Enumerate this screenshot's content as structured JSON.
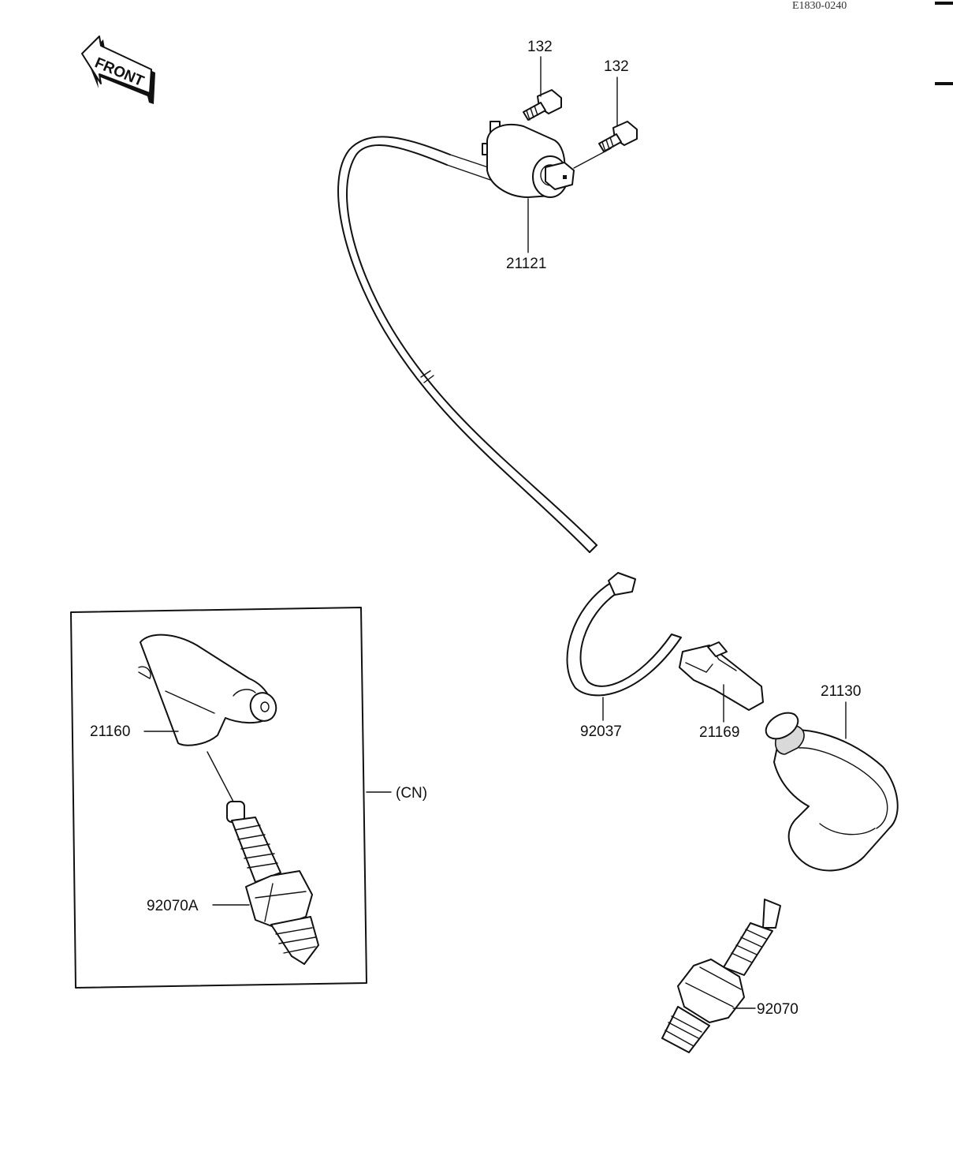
{
  "diagram_code": "E1830-0240",
  "front_label": "FRONT",
  "region_label": "(CN)",
  "parts": {
    "screw_left": "132",
    "screw_right": "132",
    "ignition_coil": "21121",
    "band": "92037",
    "clamp": "21169",
    "plug_cap": "21130",
    "plug_cap_cn": "21160",
    "spark_plug": "92070",
    "spark_plug_cn": "92070A"
  }
}
